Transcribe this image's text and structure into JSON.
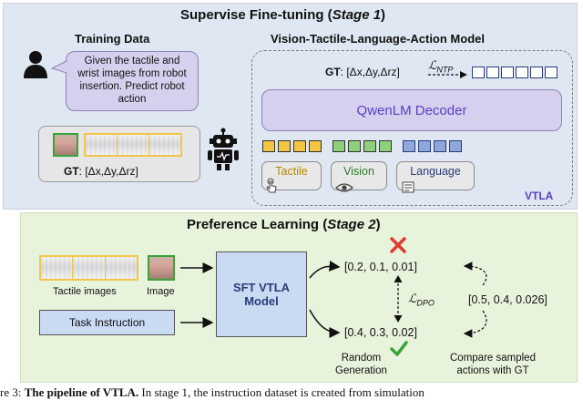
{
  "stage1": {
    "title_prefix": "Supervise Fine-tuning (",
    "title_italic": "Stage 1",
    "title_suffix": ")",
    "training_data_title": "Training Data",
    "model_title": "Vision-Tactile-Language-Action Model",
    "prompt_lines": [
      "Given the tactile and",
      "wrist images from robot",
      "insertion. Predict robot",
      "action"
    ],
    "gt_label": "GT",
    "gt_value": ": [Δx,Δy,Δrz]",
    "ntp_loss": "ℒ",
    "ntp_sub": "NTP",
    "decoder_label": "QwenLM Decoder",
    "modules": [
      "Tactile",
      "Vision",
      "Language"
    ],
    "module_colors": [
      "#b58a00",
      "#2f7d2f",
      "#2a3b7a"
    ],
    "vtla_tag": "VTLA"
  },
  "stage2": {
    "title_prefix": "Preference Learning (",
    "title_italic": "Stage 2",
    "title_suffix": ")",
    "tactile_images_label": "Tactile images",
    "image_label": "Image",
    "task_instruction_label": "Task Instruction",
    "model_lines": [
      "SFT VTLA",
      "Model"
    ],
    "rejected_action": "[0.2, 0.1, 0.01]",
    "chosen_action": "[0.4, 0.3, 0.02]",
    "gt_action": "[0.5, 0.4, 0.026]",
    "dpo_loss": "ℒ",
    "dpo_sub": "DPO",
    "random_generation_lines": [
      "Random",
      "Generation"
    ],
    "compare_lines": [
      "Compare sampled",
      "actions with GT"
    ]
  },
  "caption": {
    "prefix": "re 3: ",
    "bold": "The pipeline of VTLA.",
    "rest": " In stage 1, the instruction dataset is created from simulation"
  },
  "colors": {
    "top_panel": "#dfe7f2",
    "bottom_panel": "#e8f3dc",
    "decoder_text": "#5a3fc0",
    "reject_cross": "#e03a2f",
    "accept_check": "#3aa23a"
  }
}
